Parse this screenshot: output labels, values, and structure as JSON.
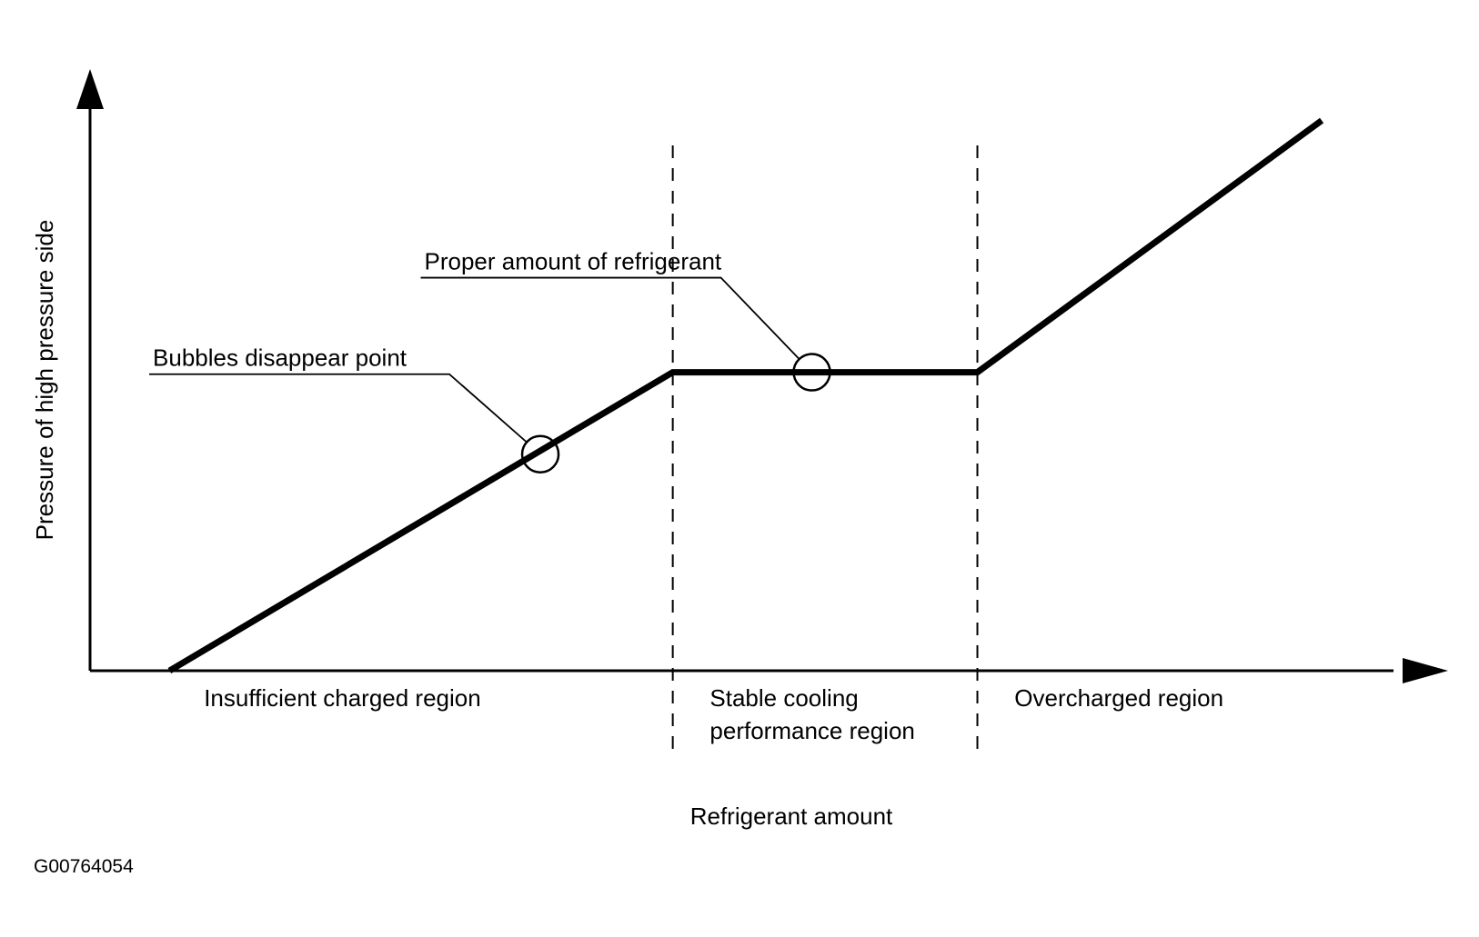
{
  "chart_data": {
    "type": "line",
    "title": "",
    "xlabel": "Refrigerant amount",
    "ylabel": "Pressure of high pressure side",
    "x_ticks": [],
    "y_ticks": [],
    "grid": false,
    "series": [
      {
        "points": [
          [
            0.06,
            0.0
          ],
          [
            0.44,
            0.51
          ],
          [
            0.67,
            0.51
          ],
          [
            0.93,
            0.94
          ]
        ]
      }
    ],
    "region_boundaries": [
      0.44,
      0.67
    ],
    "regions": [
      {
        "label_lines": [
          "Insufficient charged region"
        ]
      },
      {
        "label_lines": [
          "Stable cooling",
          "performance region"
        ]
      },
      {
        "label_lines": [
          "Overcharged region"
        ]
      }
    ],
    "annotations": [
      {
        "text": "Bubbles disappear point",
        "point": [
          0.34,
          0.37
        ]
      },
      {
        "text": "Proper amount of refrigerant",
        "point": [
          0.545,
          0.51
        ]
      }
    ]
  },
  "figure_code": "G00764054",
  "colors": {
    "ink": "#000000",
    "background": "#ffffff"
  }
}
